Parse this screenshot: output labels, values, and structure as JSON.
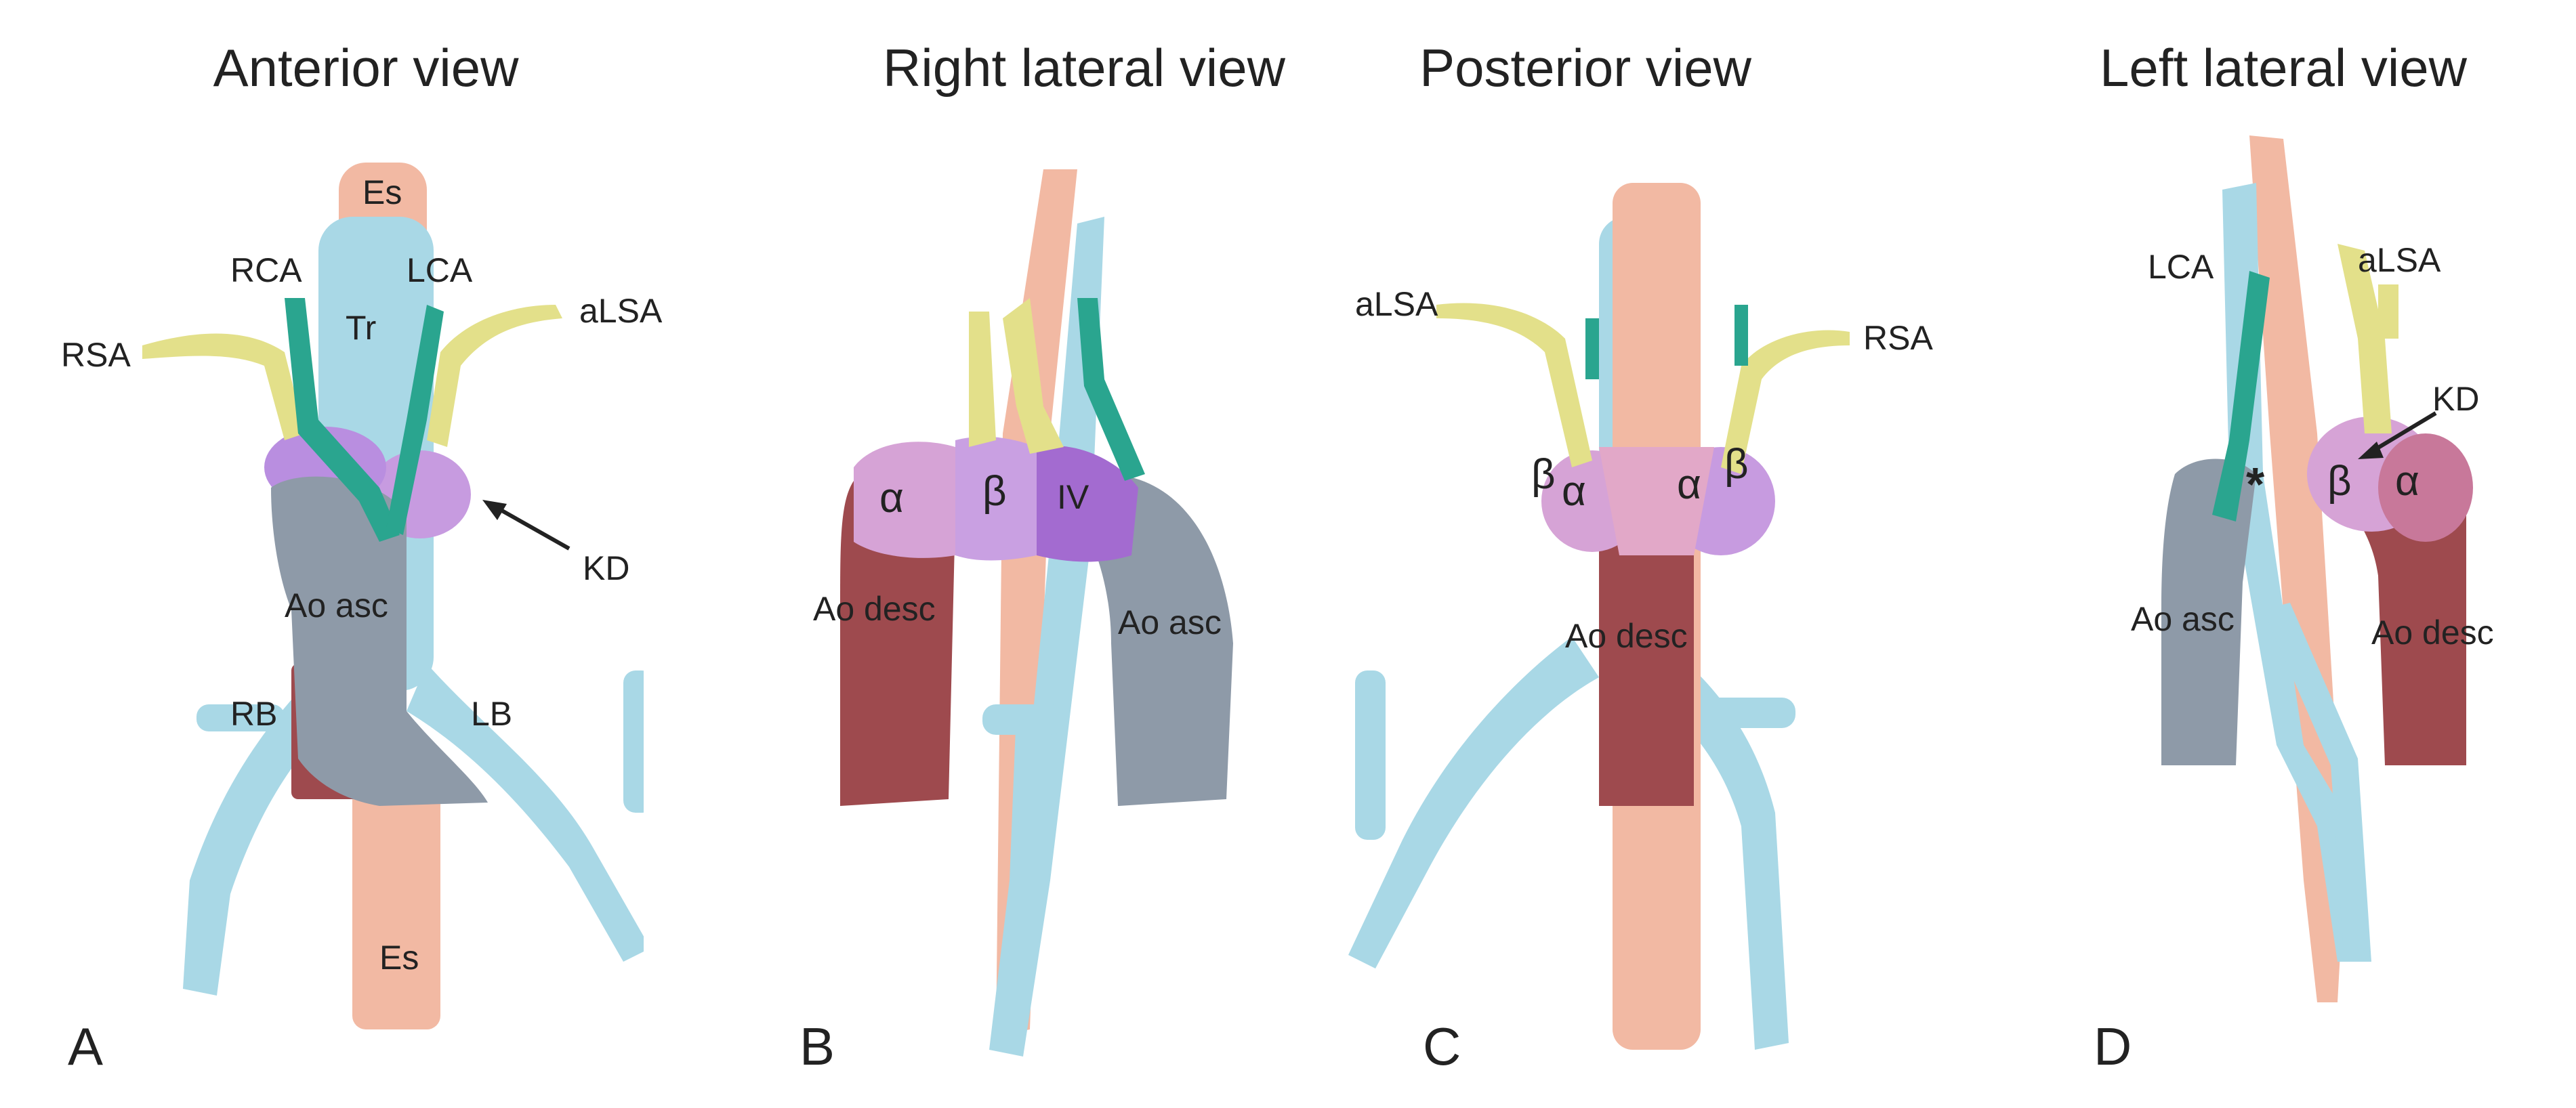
{
  "panels": [
    {
      "title": "Anterior view",
      "letter": "A",
      "labels": {
        "es_top": "Es",
        "tr": "Tr",
        "rca": "RCA",
        "lca": "LCA",
        "rsa": "RSA",
        "alsa": "aLSA",
        "kd": "KD",
        "ao_asc": "Ao asc",
        "rb": "RB",
        "lb": "LB",
        "es_bottom": "Es"
      }
    },
    {
      "title": "Right lateral view",
      "letter": "B",
      "labels": {
        "alpha": "α",
        "beta": "β",
        "iv": "IV",
        "ao_desc": "Ao desc",
        "ao_asc": "Ao asc"
      }
    },
    {
      "title": "Posterior view",
      "letter": "C",
      "labels": {
        "alsa": "aLSA",
        "rsa": "RSA",
        "beta_left": "β",
        "alpha_left": "α",
        "alpha_right": "α",
        "beta_right": "β",
        "ao_desc": "Ao desc"
      }
    },
    {
      "title": "Left lateral view",
      "letter": "D",
      "labels": {
        "lca": "LCA",
        "alsa": "aLSA",
        "kd": "KD",
        "star": "*",
        "beta": "β",
        "alpha": "α",
        "ao_asc": "Ao asc",
        "ao_desc": "Ao desc"
      }
    }
  ],
  "colors": {
    "esophagus": "#f2b9a3",
    "trachea": "#a9d8e6",
    "carotid": "#2aa58f",
    "subclavian": "#e3e08a",
    "kommerell": "#c79be0",
    "aorta_asc": "#8e9aa8",
    "aorta_desc": "#9e4a4e",
    "arch_segment_iv": "#a36bd0"
  }
}
